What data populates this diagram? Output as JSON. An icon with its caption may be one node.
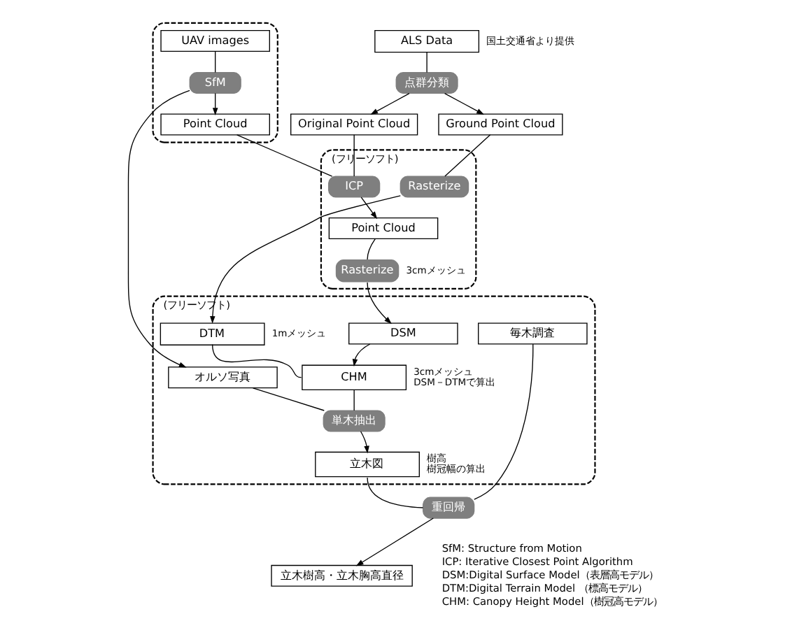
{
  "diagram": {
    "nodes": [
      {
        "text": [],
        "shape": "box"
      },
      {
        "text": [
          "UAV images"
        ],
        "in": 0
      },
      {
        "text": [
          "SfM"
        ],
        "in": 0
      },
      {
        "text": [
          "Point Cloud"
        ],
        "in": 0
      },
      {
        "text": [
          "ALS Data"
        ],
        "beside": [
          "国土交通省より提供"
        ]
      },
      {
        "text": [
          "点群分類"
        ]
      },
      {
        "text": [
          "Original Point Cloud"
        ]
      },
      {
        "text": [
          "Ground Point Cloud"
        ]
      },
      {
        "text": [
          "(フリーソフト)"
        ]
      },
      {
        "text": [
          "ICP"
        ],
        "in": 8
      },
      {
        "text": [
          "Point Cloud"
        ],
        "in": 8
      },
      {
        "text": [
          "Rasterize"
        ],
        "in": 8,
        "beside": [
          "3cmメッシュ"
        ]
      },
      {
        "text": [
          "Rasterize"
        ],
        "in": 8
      },
      {
        "text": [
          "(フリーソフト)"
        ]
      },
      {
        "text": [
          "DSM"
        ],
        "in": 13
      },
      {
        "text": [
          "オルソ写真"
        ],
        "in": 13
      },
      {
        "text": [
          "DTM"
        ],
        "in": 13,
        "beside": [
          "1mメッシュ"
        ]
      },
      {
        "text": [
          "CHM"
        ],
        "in": 13,
        "beside": [
          "3cmメッシュ",
          "DSM－DTMで算出"
        ]
      },
      {
        "text": [
          "単木抽出"
        ],
        "in": 13
      },
      {
        "text": [
          "立木図"
        ],
        "in": 13,
        "beside": [
          "樹高",
          "樹冠幅の算出"
        ]
      },
      {
        "text": [
          "毎木調査"
        ],
        "in": 13
      },
      {
        "text": [
          "重回帰"
        ]
      },
      {
        "text": [
          "立木樹高・立木胸高直径"
        ]
      }
    ],
    "edges": [
      {
        "from": 1,
        "to": 2,
        "arrow": "none"
      },
      {
        "from": 2,
        "to": 3,
        "arrow": "to"
      },
      {
        "from": 2,
        "to": 15,
        "arrow": "to"
      },
      {
        "from": 4,
        "to": 5,
        "arrow": "none"
      },
      {
        "from": 5,
        "to": 6,
        "arrow": "to"
      },
      {
        "from": 5,
        "to": 7,
        "arrow": "to"
      },
      {
        "from": 3,
        "to": 9,
        "arrow": "none"
      },
      {
        "from": 6,
        "to": 9,
        "arrow": "none"
      },
      {
        "from": 9,
        "to": 10,
        "arrow": "to"
      },
      {
        "from": 10,
        "to": 11,
        "arrow": "none"
      },
      {
        "from": 7,
        "to": 12,
        "arrow": "none"
      },
      {
        "from": 11,
        "to": 14,
        "arrow": "to"
      },
      {
        "from": 12,
        "to": 16,
        "arrow": "to"
      },
      {
        "from": 14,
        "to": 17,
        "arrow": "to"
      },
      {
        "from": 16,
        "to": 17,
        "arrow": "none"
      },
      {
        "from": 17,
        "to": 18,
        "arrow": "none"
      },
      {
        "from": 15,
        "to": 18,
        "arrow": "none"
      },
      {
        "from": 18,
        "to": 19,
        "arrow": "to"
      },
      {
        "from": 19,
        "to": 21,
        "arrow": "none"
      },
      {
        "from": 20,
        "to": 21,
        "arrow": "none"
      },
      {
        "from": 21,
        "to": 22,
        "arrow": "to"
      }
    ],
    "labels": [
      "SfM: Structure from Motion",
      "ICP: Iterative Closest Point Algorithm",
      "DSM:Digital Surface Model（表層高モデル）",
      "DTM:Digital Terrain Model （標高モデル）",
      "CHM: Canopy Height Model（樹冠高モデル）"
    ]
  }
}
